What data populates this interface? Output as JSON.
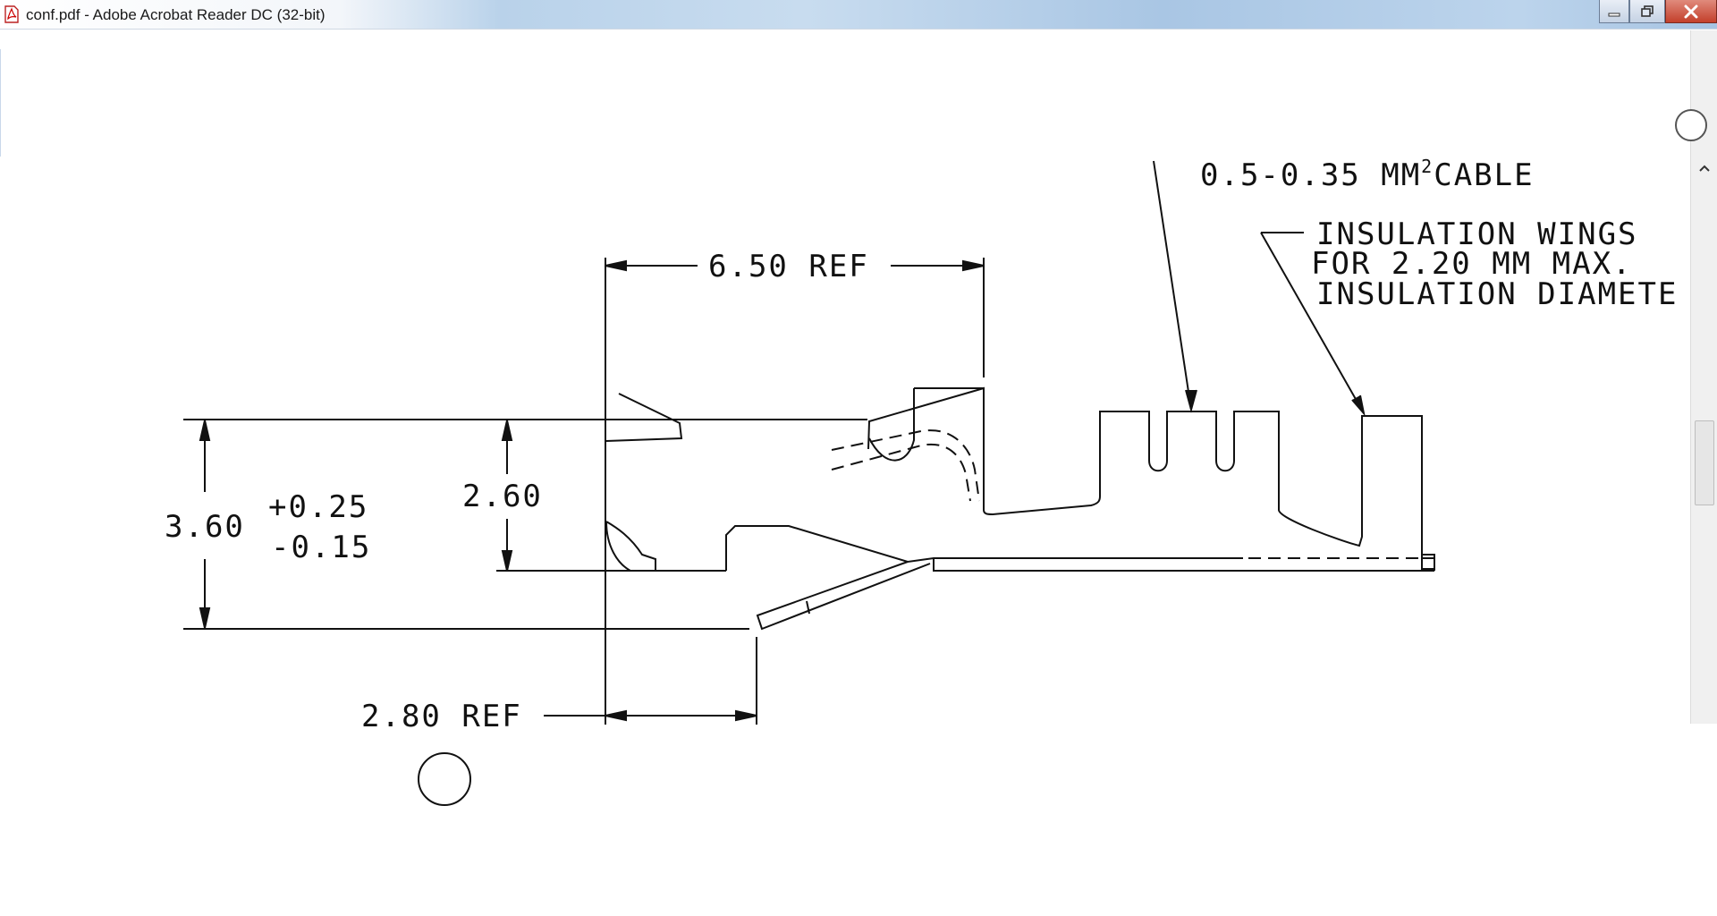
{
  "window": {
    "title": "conf.pdf - Adobe Acrobat Reader DC (32-bit)"
  },
  "drawing": {
    "labels": {
      "cable": "0.5-0.35 MM",
      "cable_sup": "2",
      "cable_suffix": "CABLE",
      "wings_line1": "INSULATION WINGS",
      "wings_line2": "FOR 2.20 MM MAX.",
      "wings_line3": "INSULATION DIAMETE",
      "dim_top": "6.50 REF",
      "dim_height": "3.60",
      "tol_plus": "+0.25",
      "tol_minus": "-0.15",
      "dim_inner": "2.60",
      "dim_bottom": "2.80 REF"
    }
  }
}
